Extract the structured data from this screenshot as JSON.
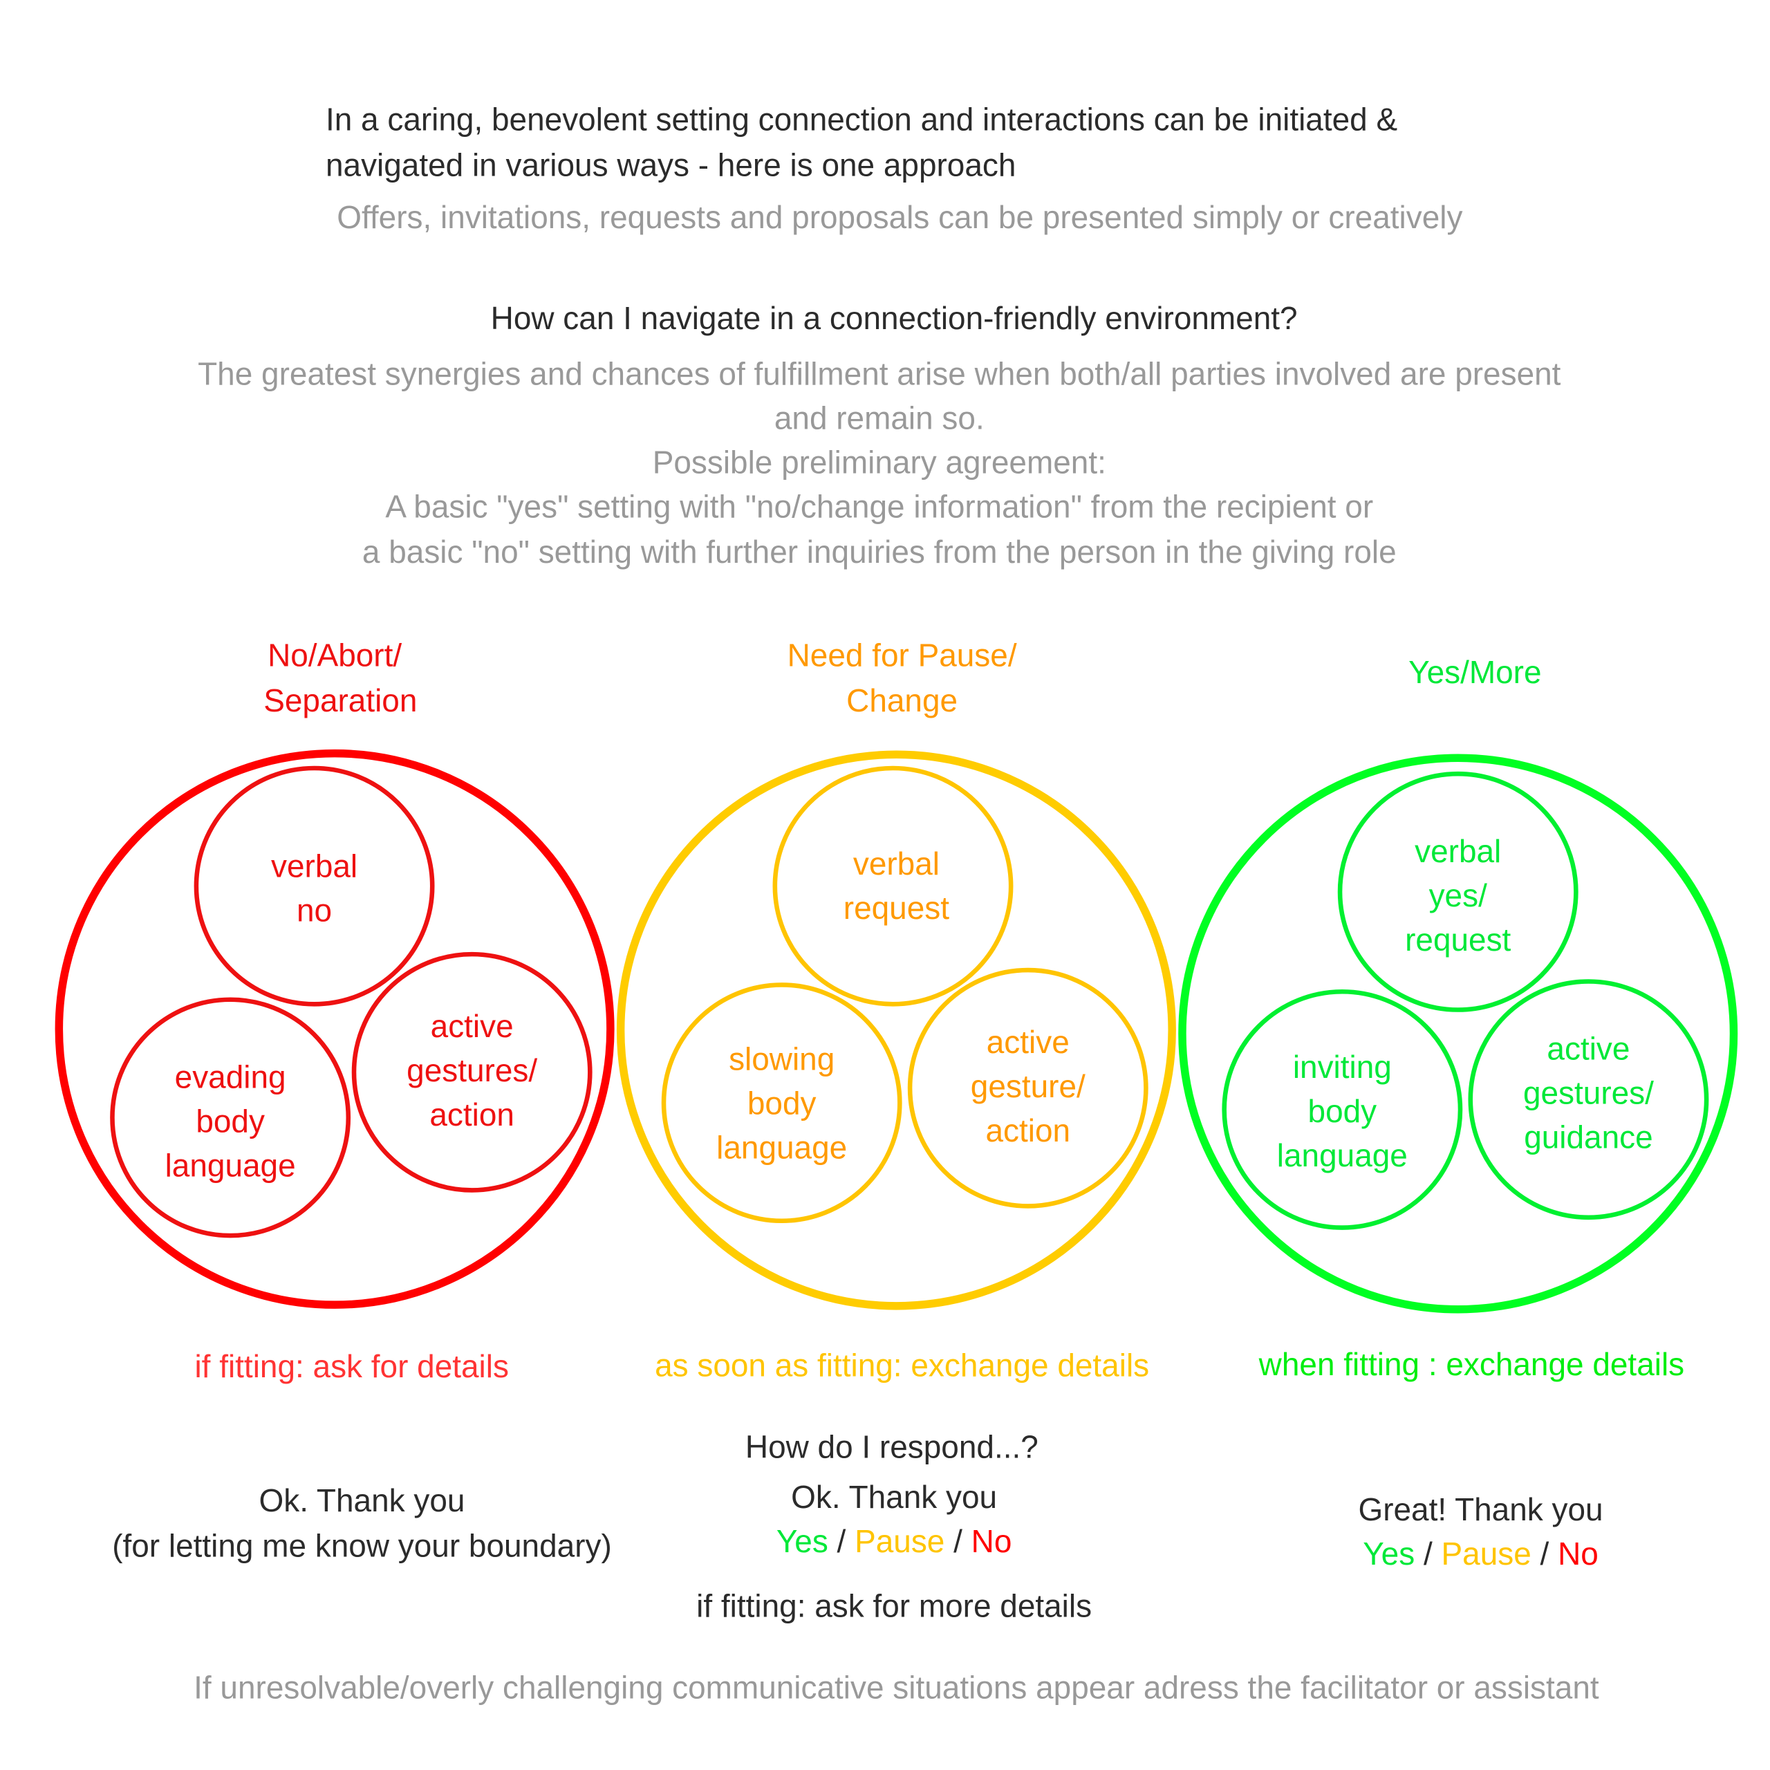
{
  "header": {
    "title_line1": "In a caring, benevolent setting connection and interactions can be initiated &",
    "title_line2": "navigated in various ways - here is one approach",
    "subtitle": "Offers, invitations, requests and proposals can be presented simply or creatively"
  },
  "intro": {
    "question": "How can I navigate in a connection-friendly environment?",
    "lines": [
      "The greatest synergies and chances of fulfillment arise when both/all parties involved are present",
      "and remain so.",
      "Possible preliminary agreement:",
      "A basic \"yes\" setting with \"no/change information\" from the recipient or",
      "a basic \"no\" setting with further inquiries from the person in the giving role"
    ]
  },
  "colors": {
    "red": "#ff0000",
    "yellow": "#ffcc00",
    "orange": "#ff9900",
    "green": "#00ff22",
    "gray": "#999999"
  },
  "groups": {
    "no": {
      "heading": [
        "No/Abort/",
        "Separation"
      ],
      "circles": [
        [
          "verbal",
          "no"
        ],
        [
          "evading",
          "body",
          "language"
        ],
        [
          "active",
          "gestures/",
          "action"
        ]
      ],
      "footer": "if fitting: ask for details"
    },
    "pause": {
      "heading": [
        "Need for Pause/",
        "Change"
      ],
      "circles": [
        [
          "verbal",
          "request"
        ],
        [
          "slowing",
          "body",
          "language"
        ],
        [
          "active",
          "gesture/",
          "action"
        ]
      ],
      "footer": "as soon as fitting: exchange details"
    },
    "yes": {
      "heading": [
        "Yes/More"
      ],
      "circles": [
        [
          "verbal",
          "yes/",
          "request"
        ],
        [
          "inviting",
          "body",
          "language"
        ],
        [
          "active",
          "gestures/",
          "guidance"
        ]
      ],
      "footer": "when fitting : exchange details"
    }
  },
  "responses": {
    "question": "How do I respond...?",
    "no": [
      "Ok. Thank you",
      "(for letting me know your boundary)"
    ],
    "pause": {
      "line1": "Ok. Thank you",
      "follow_up": "if fitting: ask for more details"
    },
    "yes": {
      "line1": "Great! Thank you"
    },
    "options": {
      "yes": "Yes",
      "pause": "Pause",
      "no": "No",
      "sep": " / "
    }
  },
  "footer": "If unresolvable/overly challenging communicative situations appear adress the facilitator or assistant"
}
